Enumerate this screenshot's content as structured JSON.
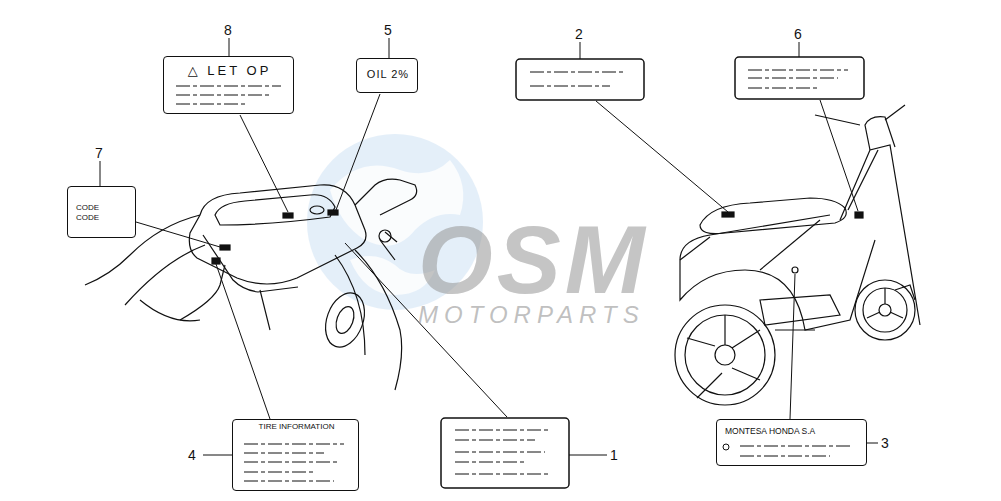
{
  "diagram": {
    "nodes": [
      {
        "text": [
          "△ LET OP"
        ]
      },
      {
        "text": [
          "OIL 2%"
        ]
      },
      {
        "text": [
          "CODE",
          "CODE"
        ]
      },
      {
        "text": [
          "TIRE INFORMATION"
        ]
      },
      {
        "text": [
          "MONTESA HONDA S.A"
        ]
      }
    ],
    "edges": [],
    "labels": [
      "8",
      "5",
      "2",
      "6",
      "7",
      "4",
      "1",
      "3",
      "OSM",
      "MOTORPARTS"
    ]
  }
}
